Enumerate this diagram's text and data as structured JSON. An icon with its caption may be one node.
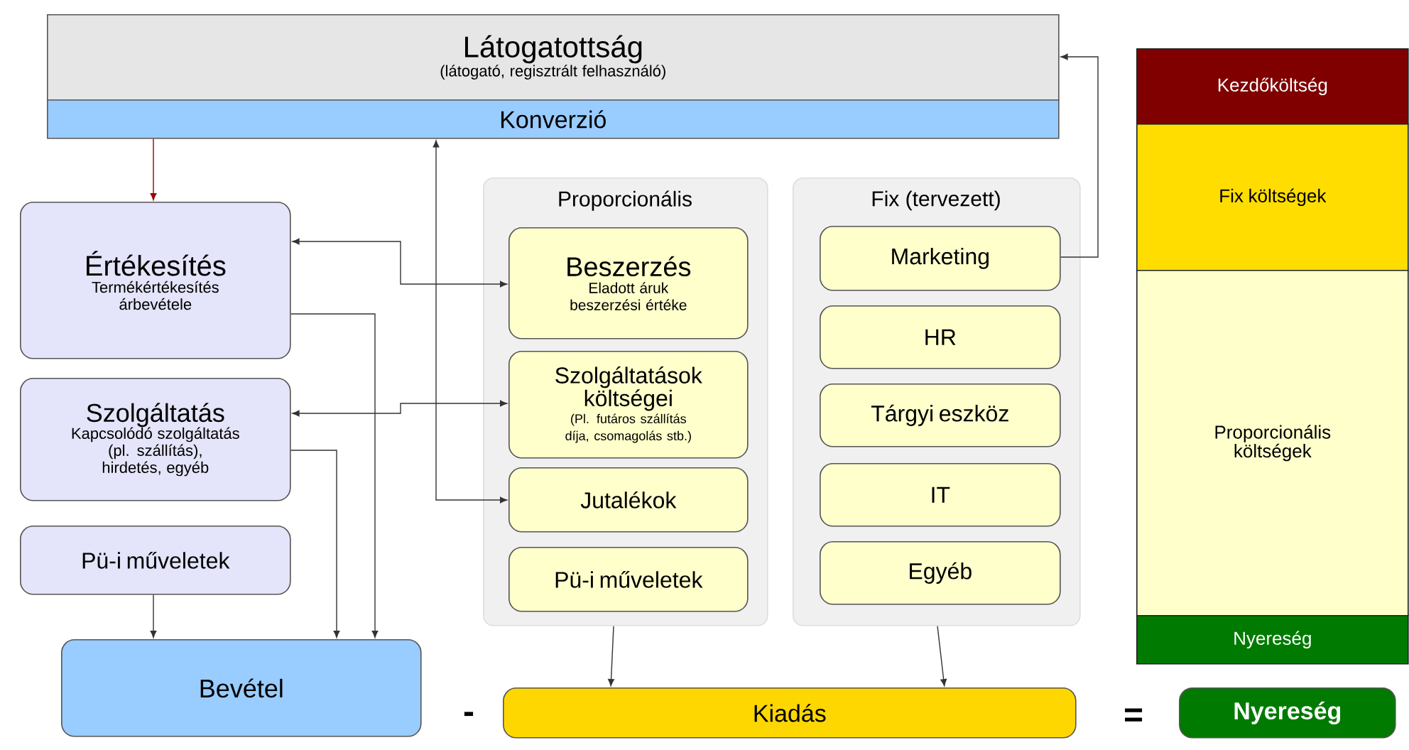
{
  "diagram": {
    "nodes": [
      {
        "text": [
          "Látogatottság",
          "(látogató, regisztrált felhasználó)"
        ]
      },
      {
        "text": [
          "Konverzió"
        ]
      },
      {
        "text": [
          "Értékesítés",
          "Termékértékesítés árbevétele"
        ]
      },
      {
        "text": [
          "Szolgáltatás",
          "Kapcsolódó szolgáltatás (pl. szállítás), hirdetés, egyéb"
        ]
      },
      {
        "text": [
          "Pü-i műveletek"
        ]
      },
      {
        "text": [
          "Bevétel"
        ]
      },
      {
        "text": [
          "Proporcionális"
        ]
      },
      {
        "text": [
          "Beszerzés",
          "Eladott áruk beszerzési értéke"
        ],
        "in": 6
      },
      {
        "text": [
          "Szolgáltatások költségei",
          "(Pl. futáros szállítás díja, csomagolás stb.)"
        ],
        "in": 6
      },
      {
        "text": [
          "Jutalékok"
        ],
        "in": 6
      },
      {
        "text": [
          "Pü-i műveletek"
        ],
        "in": 6
      },
      {
        "text": [
          "Fix (tervezett)"
        ]
      },
      {
        "text": [
          "Marketing"
        ],
        "in": 11
      },
      {
        "text": [
          "HR"
        ],
        "in": 11
      },
      {
        "text": [
          "Tárgyi eszköz"
        ],
        "in": 11
      },
      {
        "text": [
          "IT"
        ],
        "in": 11
      },
      {
        "text": [
          "Egyéb"
        ],
        "in": 11
      },
      {
        "text": [
          "Kiadás"
        ]
      },
      {
        "text": [
          "Nyereség"
        ]
      },
      {
        "text": [
          "Kezdőköltség"
        ]
      },
      {
        "text": [
          "Fix költségek"
        ]
      },
      {
        "text": [
          "Proporcionális költségek"
        ]
      },
      {
        "text": [
          "Nyereség"
        ]
      }
    ],
    "edges": [
      {
        "from": 1,
        "to": 2,
        "arrow": "to",
        "color": "#990000"
      },
      {
        "from": 2,
        "to": 7,
        "arrow": "both"
      },
      {
        "from": 3,
        "to": 8,
        "arrow": "both"
      },
      {
        "from": 1,
        "to": 9,
        "arrow": "both"
      },
      {
        "from": 2,
        "to": 5,
        "arrow": "to"
      },
      {
        "from": 3,
        "to": 5,
        "arrow": "to"
      },
      {
        "from": 4,
        "to": 5,
        "arrow": "to"
      },
      {
        "from": 12,
        "to": 0,
        "arrow": "to"
      },
      {
        "from": 6,
        "to": 17,
        "arrow": "to"
      },
      {
        "from": 11,
        "to": 17,
        "arrow": "to"
      }
    ],
    "labels": [
      "-",
      "="
    ]
  }
}
